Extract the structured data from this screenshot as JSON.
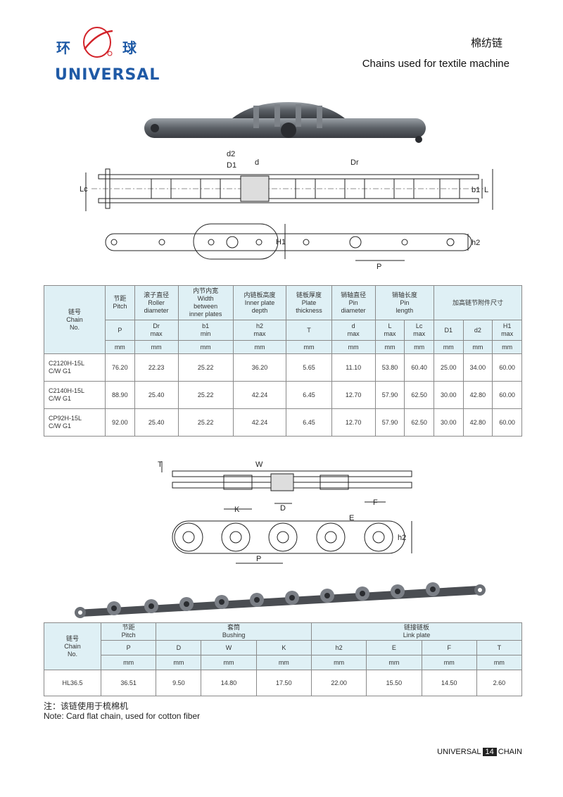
{
  "header": {
    "logo_cn_left": "环",
    "logo_cn_right": "球",
    "logo_en": "UNIVERSAL",
    "title_cn": "棉纺链",
    "title_en": "Chains used for textile machine"
  },
  "colors": {
    "brand": "#1f5aa6",
    "logo_red": "#d2232a",
    "table_header": "#dff0f5"
  },
  "diagram1_labels": {
    "d2": "d2",
    "D1": "D1",
    "d": "d",
    "Dr": "Dr",
    "Lc": "Lc",
    "b1": "b1",
    "L": "L",
    "H1": "H1",
    "h2": "h2",
    "P": "P"
  },
  "table1": {
    "headers": {
      "chain": [
        "链号",
        "Chain",
        "No."
      ],
      "pitch": [
        "节距",
        "Pitch"
      ],
      "roller": [
        "滚子直径",
        "Roller",
        "diameter"
      ],
      "width": [
        "内节内宽",
        "Width",
        "between",
        "inner plates"
      ],
      "inner_plate": [
        "内链板高度",
        "Inner plate",
        "depth"
      ],
      "plate": [
        "链板厚度",
        "Plate",
        "thickness"
      ],
      "pin": [
        "销轴直径",
        "Pin",
        "diameter"
      ],
      "pin_length": [
        "销轴长度",
        "Pin",
        "length"
      ],
      "attachment": "加高链节附件尺寸"
    },
    "symbols": [
      [
        "P",
        ""
      ],
      [
        "Dr",
        "max"
      ],
      [
        "b1",
        "min"
      ],
      [
        "h2",
        "max"
      ],
      [
        "T",
        ""
      ],
      [
        "d",
        "max"
      ],
      [
        "L",
        "max"
      ],
      [
        "Lc",
        "max"
      ],
      [
        "D1",
        ""
      ],
      [
        "d2",
        ""
      ],
      [
        "H1",
        "max"
      ]
    ],
    "units": [
      "mm",
      "mm",
      "mm",
      "mm",
      "mm",
      "mm",
      "mm",
      "mm",
      "mm",
      "mm",
      "mm"
    ],
    "rows": [
      {
        "chain": [
          "C2120H-15L",
          "C/W G1"
        ],
        "values": [
          "76.20",
          "22.23",
          "25.22",
          "36.20",
          "5.65",
          "11.10",
          "53.80",
          "60.40",
          "25.00",
          "34.00",
          "60.00"
        ]
      },
      {
        "chain": [
          "C2140H-15L",
          "C/W G1"
        ],
        "values": [
          "88.90",
          "25.40",
          "25.22",
          "42.24",
          "6.45",
          "12.70",
          "57.90",
          "62.50",
          "30.00",
          "42.80",
          "60.00"
        ]
      },
      {
        "chain": [
          "CP92H-15L",
          "C/W G1"
        ],
        "values": [
          "92.00",
          "25.40",
          "25.22",
          "42.24",
          "6.45",
          "12.70",
          "57.90",
          "62.50",
          "30.00",
          "42.80",
          "60.00"
        ]
      }
    ]
  },
  "diagram2_labels": {
    "T": "T",
    "W": "W",
    "K": "K",
    "D": "D",
    "F": "F",
    "E": "E",
    "h2": "h2",
    "P": "P"
  },
  "table2": {
    "headers": {
      "chain": [
        "链号",
        "Chain",
        "No."
      ],
      "pitch": [
        "节距",
        "Pitch"
      ],
      "bushing": [
        "套筒",
        "Bushing"
      ],
      "link": [
        "链接链板",
        "Link plate"
      ]
    },
    "symbols": [
      "P",
      "D",
      "W",
      "K",
      "h2",
      "E",
      "F",
      "T"
    ],
    "units": [
      "mm",
      "mm",
      "mm",
      "mm",
      "mm",
      "mm",
      "mm",
      "mm"
    ],
    "rows": [
      {
        "chain": "HL36.5",
        "values": [
          "36.51",
          "9.50",
          "14.80",
          "17.50",
          "22.00",
          "15.50",
          "14.50",
          "2.60"
        ]
      }
    ]
  },
  "notes": {
    "cn": "注：该链使用于梳棉机",
    "en": "Note: Card flat chain, used for cotton fiber"
  },
  "footer": {
    "left": "UNIVERSAL",
    "page": "14",
    "right": "CHAIN"
  }
}
